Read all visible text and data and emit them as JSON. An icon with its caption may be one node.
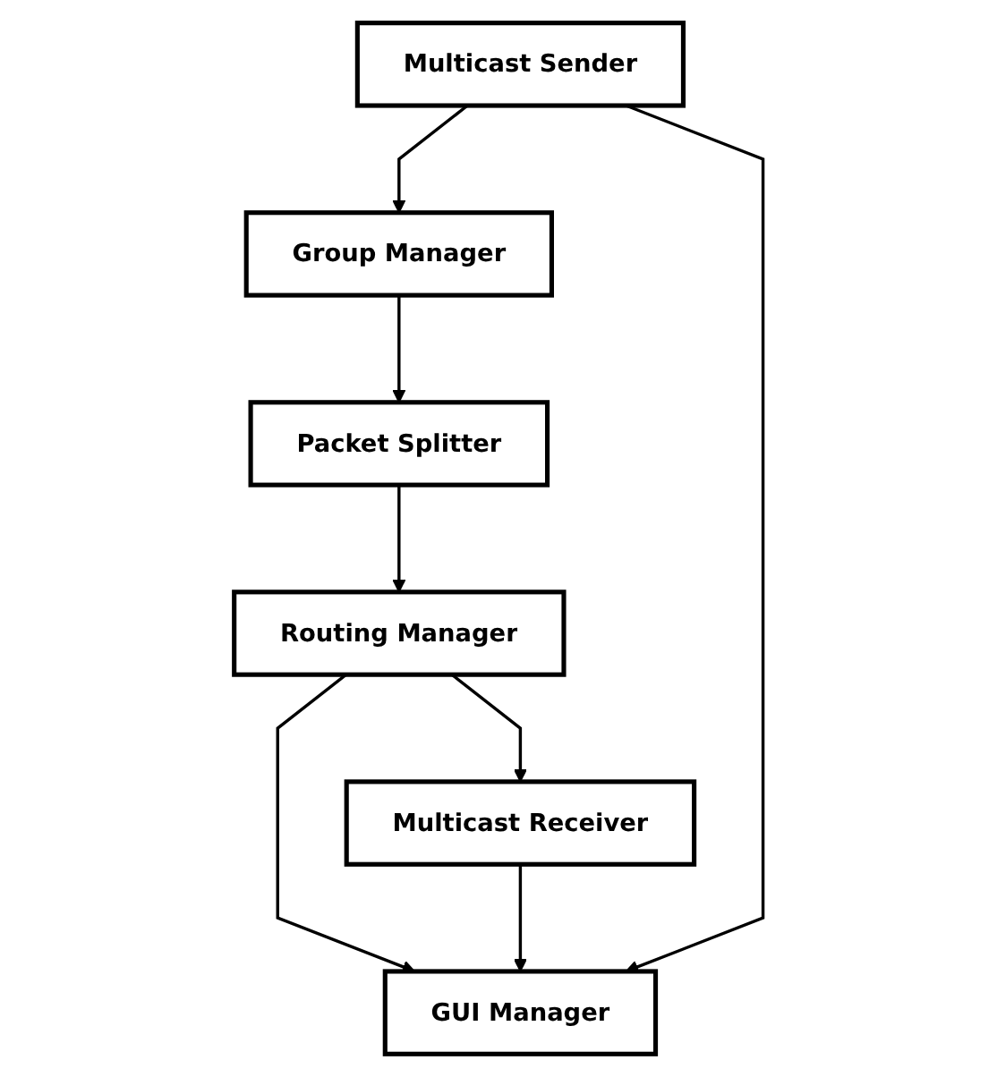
{
  "diagram": {
    "nodes": [
      {
        "text": [
          "Group Manager"
        ]
      },
      {
        "text": [
          "Packet Splitter"
        ]
      },
      {
        "text": [
          "Routing Manager"
        ]
      },
      {
        "text": [
          "Multicast Sender"
        ]
      },
      {
        "text": [
          "Multicast Receiver"
        ]
      },
      {
        "text": [
          "GUI Manager"
        ]
      }
    ],
    "edges": [
      {
        "from": 0,
        "to": 1,
        "arrow": "to"
      },
      {
        "from": 1,
        "to": 2,
        "arrow": "to"
      },
      {
        "from": 3,
        "to": 0,
        "arrow": "to"
      },
      {
        "from": 2,
        "to": 5,
        "arrow": "to"
      },
      {
        "from": 2,
        "to": 4,
        "arrow": "to"
      },
      {
        "from": 3,
        "to": 5,
        "arrow": "to"
      },
      {
        "from": 4,
        "to": 5,
        "arrow": "to"
      }
    ]
  }
}
